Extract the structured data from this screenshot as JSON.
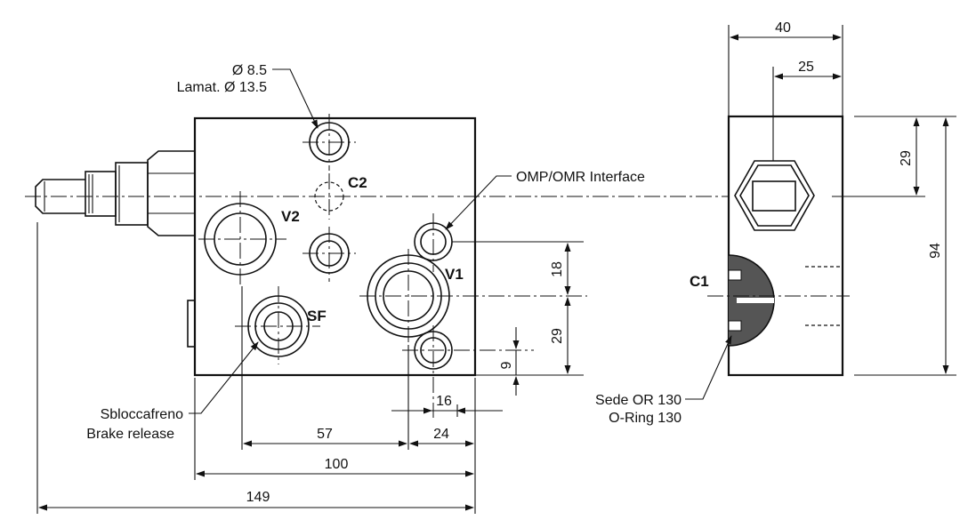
{
  "hole_note": {
    "line1": "Ø 8.5",
    "line2": "Lamat. Ø 13.5"
  },
  "ports": {
    "c2": "C2",
    "v2": "V2",
    "v1": "V1",
    "sf": "SF",
    "c1": "C1"
  },
  "interface_note": "OMP/OMR Interface",
  "brake_note": {
    "line1": "Sbloccafreno",
    "line2": "Brake release"
  },
  "oring_note": {
    "line1": "Sede OR 130",
    "line2": "O-Ring 130"
  },
  "dimensions": {
    "d40": "40",
    "d25": "25",
    "d29_side": "29",
    "d94": "94",
    "d18": "18",
    "d29_front": "29",
    "d9": "9",
    "d16": "16",
    "d57": "57",
    "d24": "24",
    "d100": "100",
    "d149": "149"
  },
  "colors": {
    "line": "#111111",
    "section_fill": "#555555",
    "background": "#ffffff"
  }
}
